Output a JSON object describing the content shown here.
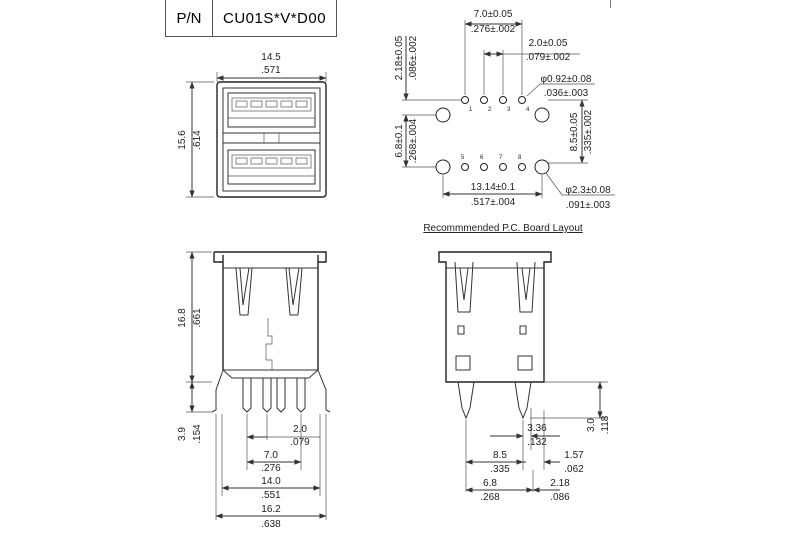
{
  "header": {
    "pn_label": "P/N",
    "pn_value": "CU01S*V*D00"
  },
  "front_view": {
    "width_mm": "14.5",
    "width_in": ".571",
    "height_mm": "15.6",
    "height_in": ".614"
  },
  "pcb_top": {
    "pitch_mm": "7.0±0.05",
    "pitch_in": ".276±.002",
    "small_pitch_mm": "2.0±0.05",
    "small_pitch_in": ".079±.002",
    "top_offset_mm": "2.18±0.05",
    "top_offset_in": ".086±.002",
    "small_hole_mm": "φ0.92±0.08",
    "small_hole_in": ".036±.003",
    "row_spacing_mm": "8.5±0.05",
    "row_spacing_in": ".335±.002",
    "left_spacing_mm": "6.8±0.1",
    "left_spacing_in": ".268±.004",
    "span_mm": "13.14±0.1",
    "span_in": ".517±.004",
    "big_hole_mm": "φ2.3±0.08",
    "big_hole_in": ".091±.003",
    "pins_top": [
      "1",
      "2",
      "3",
      "4"
    ],
    "pins_bottom": [
      "5",
      "6",
      "7",
      "8"
    ]
  },
  "pcb_layout_title": "Recommmended P.C. Board Layout",
  "side_view": {
    "height_mm": "16.8",
    "height_in": ".661",
    "leg_mm": "3.9",
    "leg_in": ".154",
    "d1_mm": "2.0",
    "d1_in": ".079",
    "d2_mm": "7.0",
    "d2_in": ".276",
    "d3_mm": "14.0",
    "d3_in": ".551",
    "d4_mm": "16.2",
    "d4_in": ".638"
  },
  "right_view": {
    "h_mm": "3.0",
    "h_in": ".118",
    "a_mm": "3.36",
    "a_in": ".132",
    "b_mm": "8.5",
    "b_in": ".335",
    "c_mm": "1.57",
    "c_in": ".062",
    "d_mm": "6.8",
    "d_in": ".268",
    "e_mm": "2.18",
    "e_in": ".086"
  }
}
